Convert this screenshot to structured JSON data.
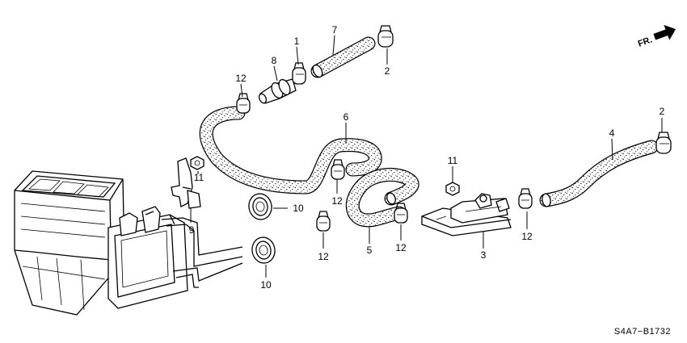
{
  "callouts": {
    "c1": "1",
    "c2a": "2",
    "c2b": "2",
    "c3": "3",
    "c4": "4",
    "c5": "5",
    "c6": "6",
    "c7": "7",
    "c8": "8",
    "c9": "9",
    "c10a": "10",
    "c10b": "10",
    "c11a": "11",
    "c11b": "11",
    "c12a": "12",
    "c12b": "12",
    "c12c": "12",
    "c12d": "12",
    "c12e": "12"
  },
  "direction": {
    "label": "FR."
  },
  "diagram_code": "S4A7−B1732"
}
